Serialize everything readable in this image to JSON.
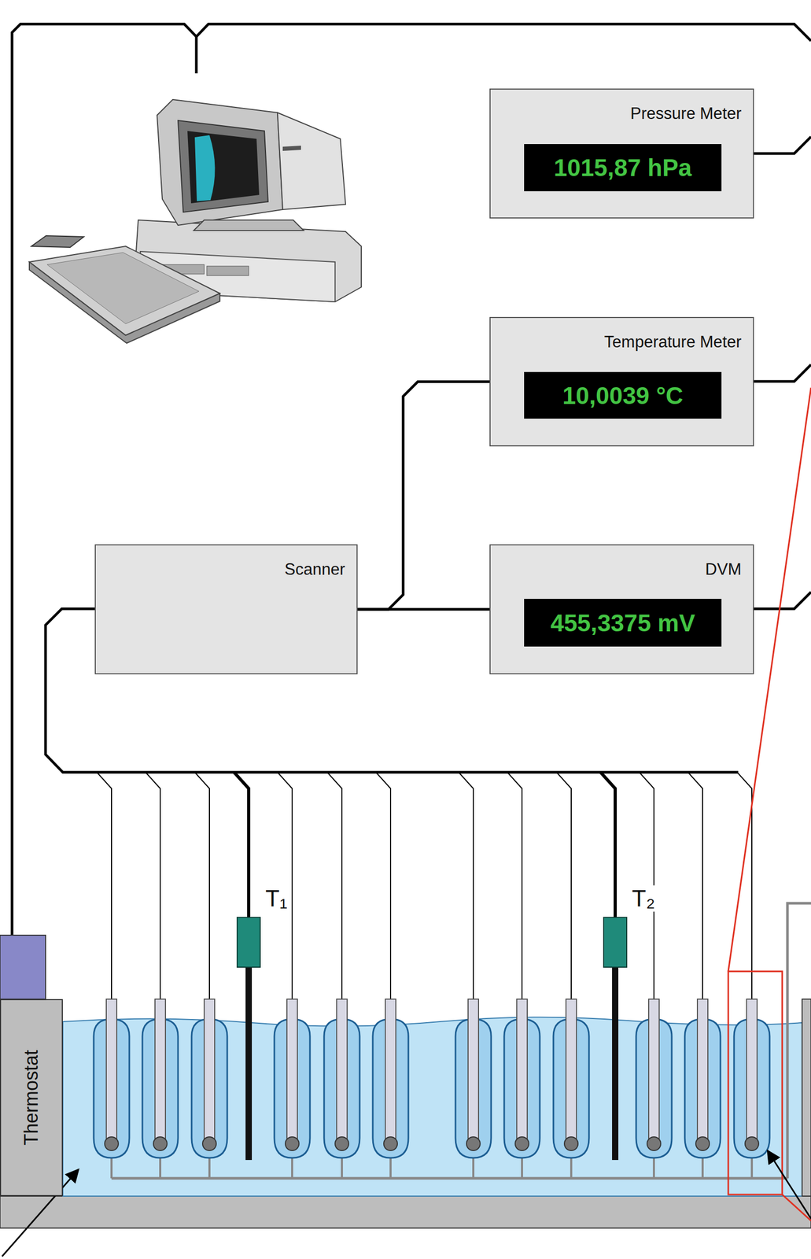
{
  "diagram": {
    "nodes": [
      {
        "text": [
          "Pressure Meter"
        ]
      },
      {
        "text": [
          "1015,87  hPa"
        ],
        "in": 0
      },
      {
        "text": [
          "Temperature Meter"
        ]
      },
      {
        "text": [
          "10,0039  °C"
        ],
        "in": 2
      },
      {
        "text": [
          "Scanner"
        ]
      },
      {
        "text": [
          "DVM"
        ]
      },
      {
        "text": [
          "455,3375  mV"
        ],
        "in": 5
      },
      {
        "text": [
          "Thermostat"
        ]
      }
    ],
    "edges": [
      {
        "from": 4,
        "to": 2,
        "arrow": "none"
      },
      {
        "from": 4,
        "to": 5,
        "arrow": "none"
      }
    ],
    "labels": [
      "T₁",
      "T₂"
    ]
  }
}
